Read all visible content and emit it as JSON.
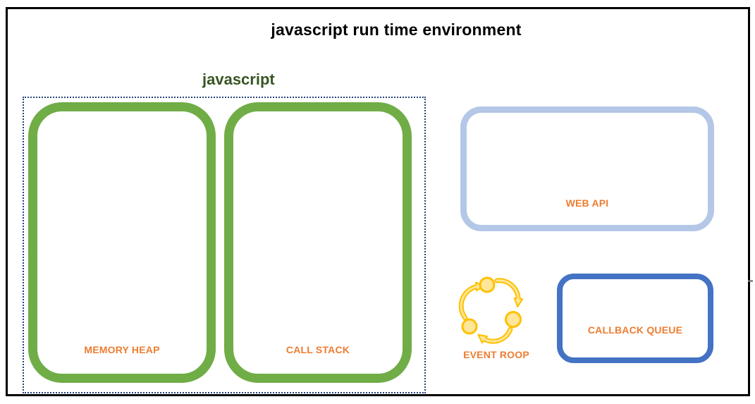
{
  "window": {
    "title": "javascript run time environment"
  },
  "javascript_group": {
    "label": "javascript",
    "boxes": [
      {
        "label": "MEMORY HEAP"
      },
      {
        "label": "CALL STACK"
      }
    ]
  },
  "web_api": {
    "label": "WEB API"
  },
  "event_loop": {
    "label": "EVENT ROOP",
    "icon": "cycle-arrows-icon"
  },
  "callback_queue": {
    "label": "CALLBACK QUEUE"
  },
  "colors": {
    "title_text": "#000000",
    "outer_frame_border": "#000000",
    "javascript_label_text": "#375623",
    "group_dotted_border": "#24437C",
    "heap_stack_border": "#70AD47",
    "web_api_border": "#B4C7E7",
    "callback_queue_border": "#4472C4",
    "accent_label_text": "#ED7D31",
    "event_loop_arrow": "#FFC000",
    "event_loop_node_fill": "#FFE699"
  }
}
